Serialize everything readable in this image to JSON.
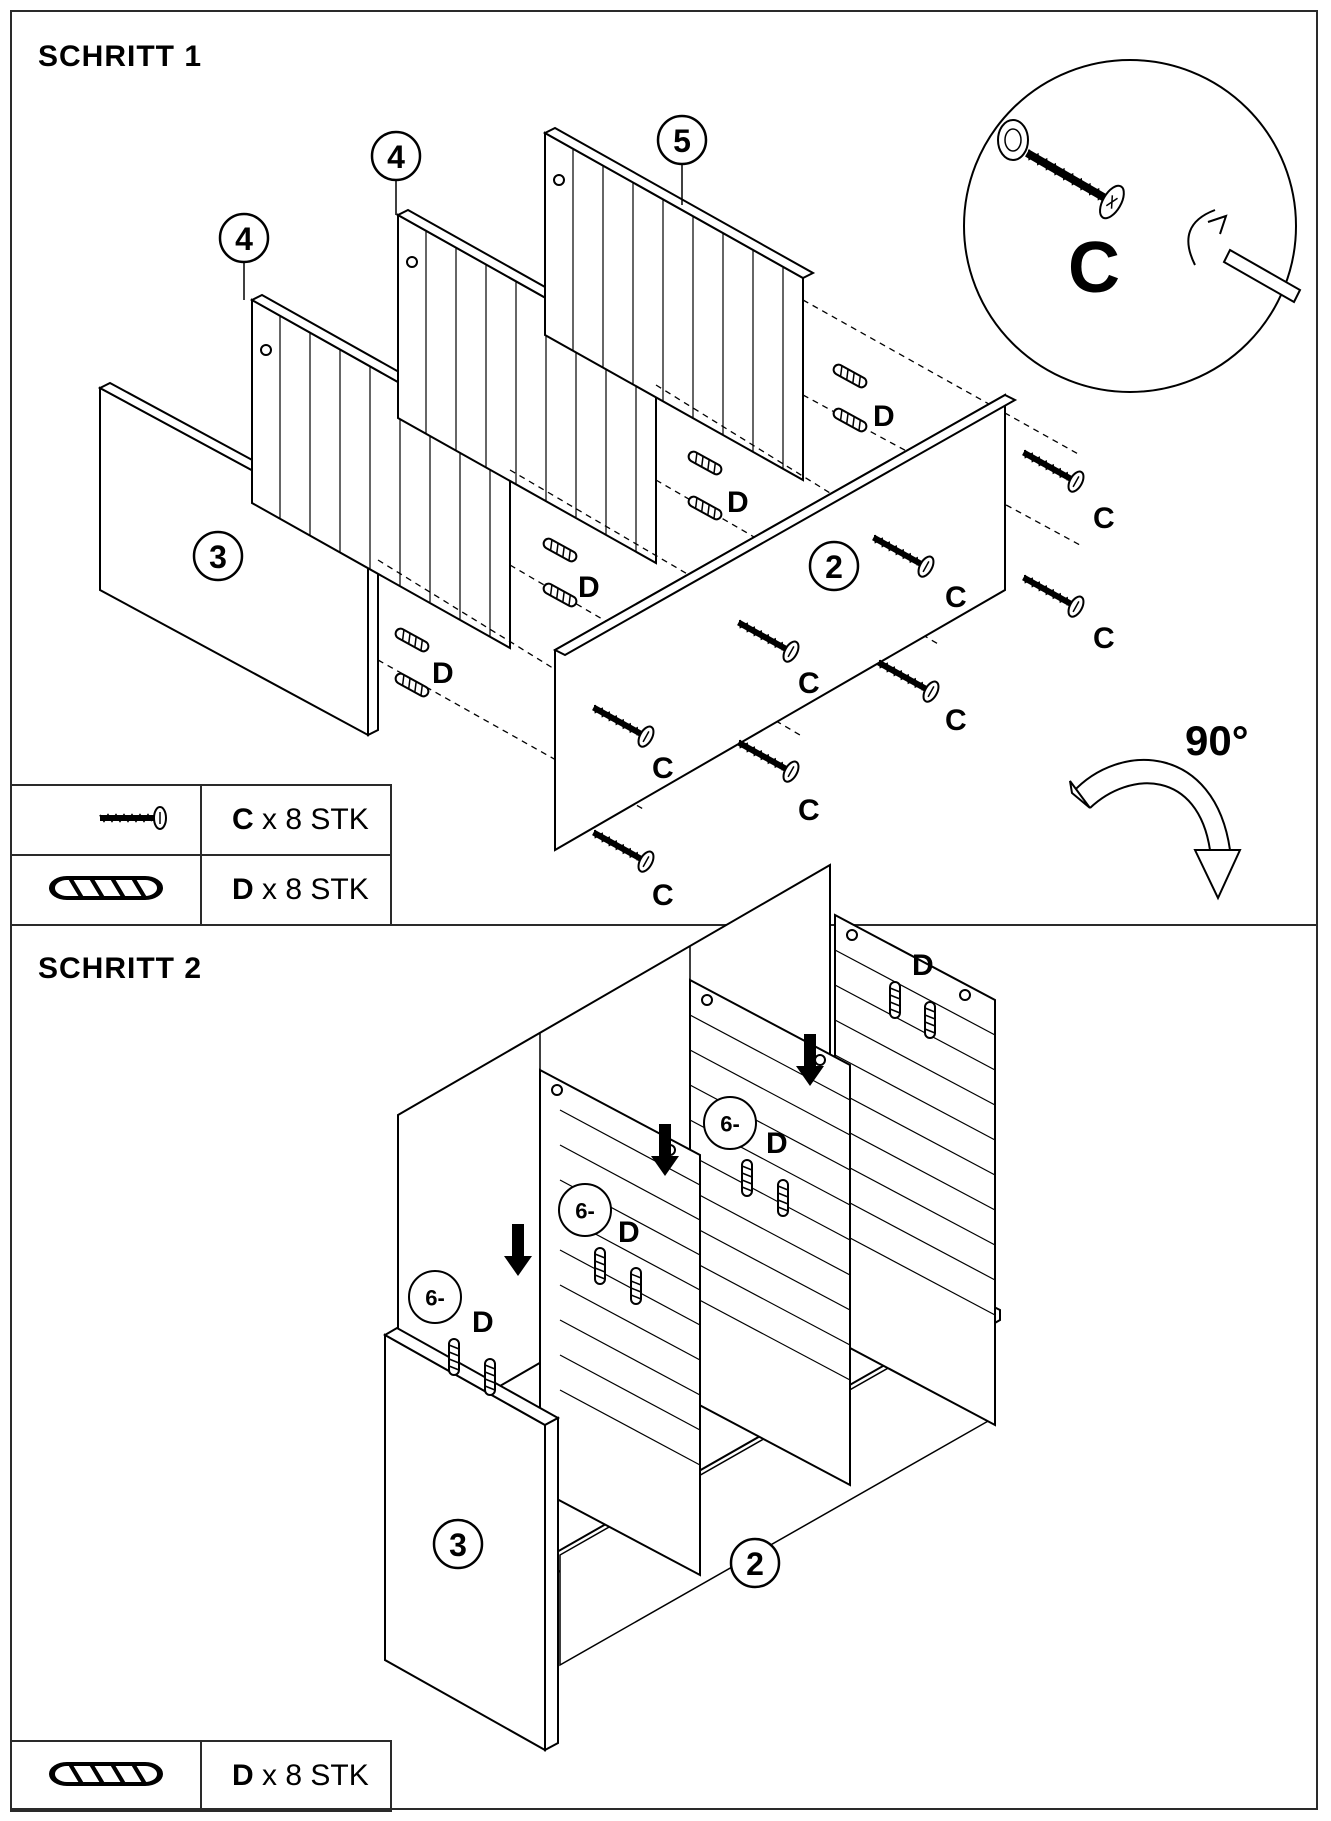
{
  "step1": {
    "title": "SCHRITT  1",
    "labels": {
      "part3": "3",
      "part4a": "4",
      "part4b": "4",
      "part5": "5",
      "part2": "2",
      "zoom_c": "C",
      "rotation": "90°",
      "screw": "C",
      "dowel": "D"
    },
    "parts_list": [
      {
        "icon": "screw-icon",
        "code": "C",
        "qty": " x  8  STK"
      },
      {
        "icon": "dowel-icon",
        "code": "D",
        "qty": " x  8  STK"
      }
    ]
  },
  "step2": {
    "title": "SCHRITT  2",
    "labels": {
      "part3": "3",
      "part2": "2",
      "part6": "6-",
      "dowel": "D"
    },
    "parts_list": [
      {
        "icon": "dowel-icon",
        "code": "D",
        "qty": " x  8  STK"
      }
    ]
  }
}
